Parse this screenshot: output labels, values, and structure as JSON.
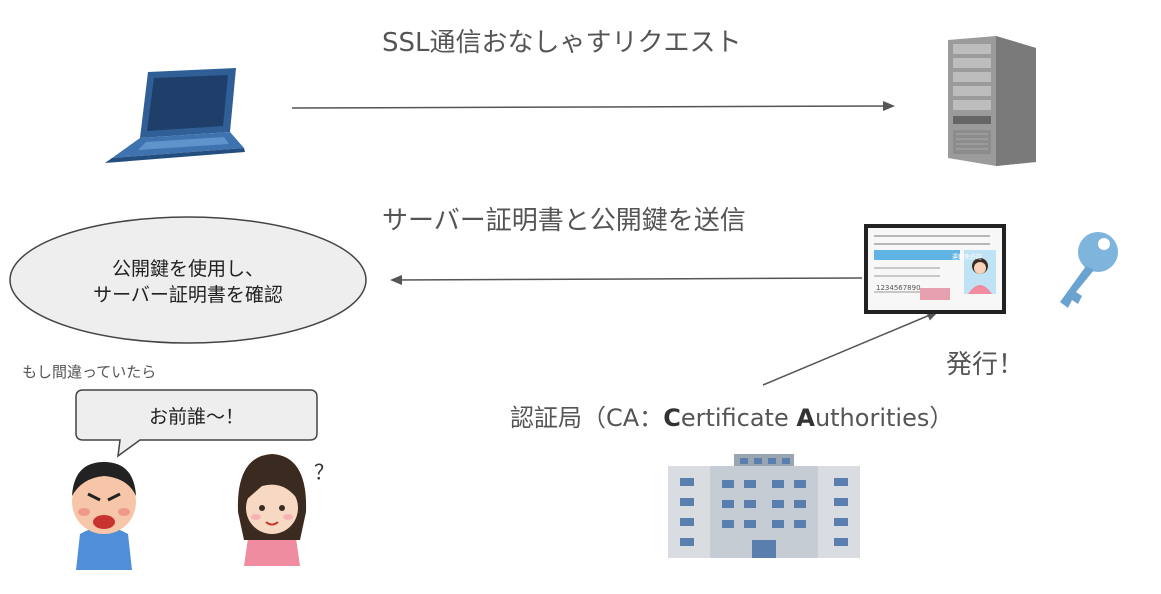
{
  "labels": {
    "ssl_request": "SSL通信おなしゃすリクエスト",
    "send_cert": "サーバー証明書と公開鍵を送信",
    "verify_line1": "公開鍵を使用し、",
    "verify_line2": "サーバー証明書を確認",
    "if_wrong": "もし間違っていたら",
    "who_are_you": "お前誰～！",
    "question_mark": "？",
    "issue": "発行！",
    "ca_prefix": "認証局（CA：",
    "ca_c": "C",
    "ca_ertificate": "ertificate ",
    "ca_a": "A",
    "ca_uthorities": "uthorities）"
  },
  "certificate_card": {
    "header": "運転免許証",
    "number": "1234567890"
  },
  "colors": {
    "arrow": "#555555",
    "laptop": "#2f5f96",
    "server": "#8a8a8a",
    "key": "#7fb4dc",
    "building": "#9aa5b1",
    "angry_shirt": "#4f8fd8",
    "woman_shirt": "#f08ca0"
  },
  "icons": [
    "laptop-icon",
    "server-icon",
    "certificate-icon",
    "key-icon",
    "building-icon",
    "angry-man-icon",
    "woman-icon"
  ]
}
